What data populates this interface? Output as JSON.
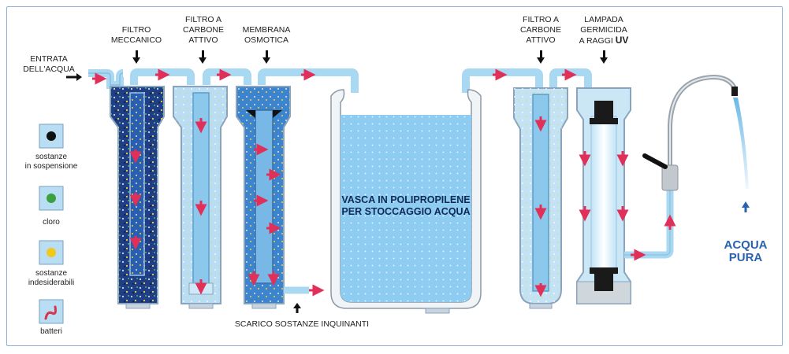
{
  "labels": {
    "inlet": [
      "ENTRATA",
      "DELL'ACQUA"
    ],
    "mechanical_filter": [
      "FILTRO",
      "MECCANICO"
    ],
    "carbon_filter_1": [
      "FILTRO A",
      "CARBONE",
      "ATTIVO"
    ],
    "membrane": [
      "MEMBRANA",
      "OSMOTICA"
    ],
    "carbon_filter_2": [
      "FILTRO A",
      "CARBONE",
      "ATTIVO"
    ],
    "uv_lamp": [
      "LAMPADA",
      "GERMICIDA"
    ],
    "uv_lamp_last": "A RAGGI",
    "uv_lamp_bold": "UV",
    "tank": [
      "VASCA IN POLIPROPILENE",
      "PER STOCCAGGIO ACQUA"
    ],
    "drain": "SCARICO SOSTANZE INQUINANTI",
    "pure_water": [
      "ACQUA",
      "PURA"
    ]
  },
  "legend": [
    {
      "icon": "suspended-particle-icon",
      "lines": [
        "sostanze",
        "in sospensione"
      ],
      "dot_color": "#111111"
    },
    {
      "icon": "chlorine-icon",
      "lines": [
        "cloro"
      ],
      "dot_color": "#3aa040"
    },
    {
      "icon": "undesirable-substance-icon",
      "lines": [
        "sostanze",
        "indesiderabili"
      ],
      "dot_color": "#f0c820"
    },
    {
      "icon": "bacteria-icon",
      "lines": [
        "batteri"
      ],
      "dot_color": "#d6354b"
    }
  ],
  "colors": {
    "water_light": "#cfe8f7",
    "water_mid": "#7cc0ea",
    "water_dark": "#1f4ea0",
    "pipe": "#a9d8f2",
    "arrow": "#e0305a"
  }
}
